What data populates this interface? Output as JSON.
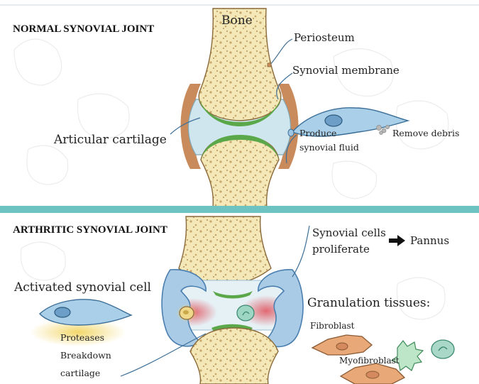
{
  "normal": {
    "title": "NORMAL SYNOVIAL JOINT",
    "labels": {
      "bone": "Bone",
      "periosteum": "Periosteum",
      "synovial_membrane": "Synovial membrane",
      "articular_cartilage": "Articular cartilage",
      "produce": "Produce",
      "synovial_fluid": "synovial fluid",
      "remove_debris": "Remove debris"
    }
  },
  "arthritic": {
    "title": "ARTHRITIC SYNOVIAL JOINT",
    "labels": {
      "synovial_cells": "Synovial cells",
      "proliferate": "proliferate",
      "pannus": "Pannus",
      "activated_cell": "Activated synovial cell",
      "proteases": "Proteases",
      "breakdown": "Breakdown",
      "cartilage": "cartilage",
      "granulation": "Granulation tissues:",
      "fibroblast": "Fibroblast",
      "myofibroblast": "Myofibroblast"
    }
  },
  "colors": {
    "bone": "#f4e7b8",
    "bone_spots": "#c8a76a",
    "cartilage": "#5aa84a",
    "synovial": "#cfe6ee",
    "periosteum": "#c98b5c",
    "pannus": "#a9cbe6",
    "divider": "#6cc3c1",
    "cell": "#a9cfe9",
    "fibroblast": "#e8a878"
  }
}
